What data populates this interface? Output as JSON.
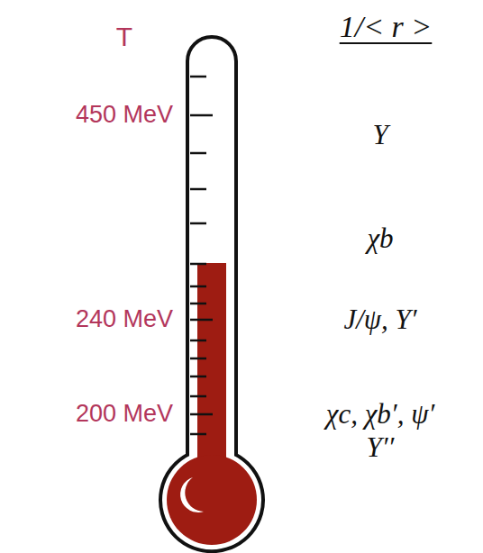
{
  "diagram": {
    "labels": [
      "T",
      "1/< r >",
      "450 MeV",
      "Υ",
      "χb",
      "240 MeV",
      "J/ψ, Υ′",
      "200 MeV",
      "χc, χb′, ψ′",
      "Υ′′"
    ]
  }
}
